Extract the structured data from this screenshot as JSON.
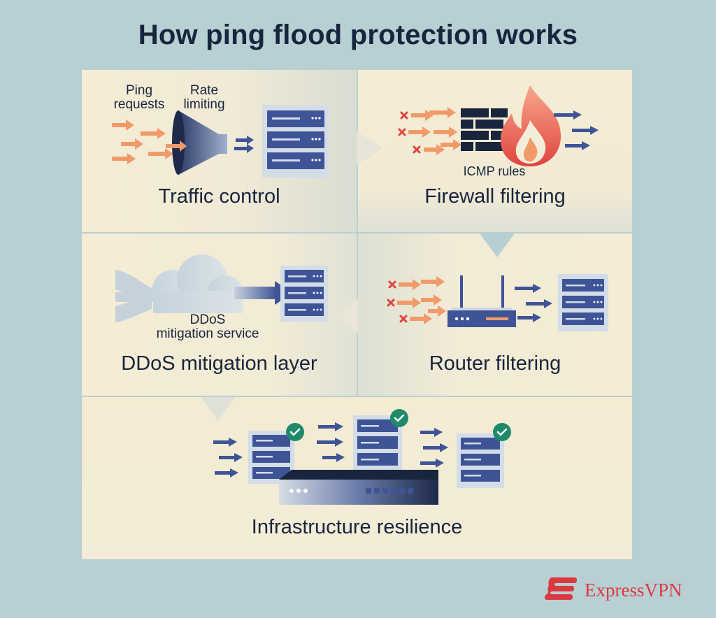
{
  "title": "How ping flood protection works",
  "panels": {
    "traffic_control": {
      "label": "Traffic control",
      "ping_line1": "Ping",
      "ping_line2": "requests",
      "rate_line1": "Rate",
      "rate_line2": "limiting"
    },
    "firewall": {
      "label": "Firewall filtering",
      "rules": "ICMP rules"
    },
    "ddos": {
      "label": "DDoS mitigation layer",
      "service_line1": "DDoS",
      "service_line2": "mitigation service"
    },
    "router": {
      "label": "Router filtering"
    },
    "infrastructure": {
      "label": "Infrastructure resilience"
    }
  },
  "brand": {
    "name": "ExpressVPN",
    "color": "#da3940"
  },
  "colors": {
    "navy": "#17253d",
    "server_blue": "#3f5497",
    "arrow_orange": "#f09a6a",
    "cross_red": "#e0443e",
    "check_green": "#1e8a6a",
    "background": "#b8d0d3",
    "panel": "#f4ecd4"
  }
}
